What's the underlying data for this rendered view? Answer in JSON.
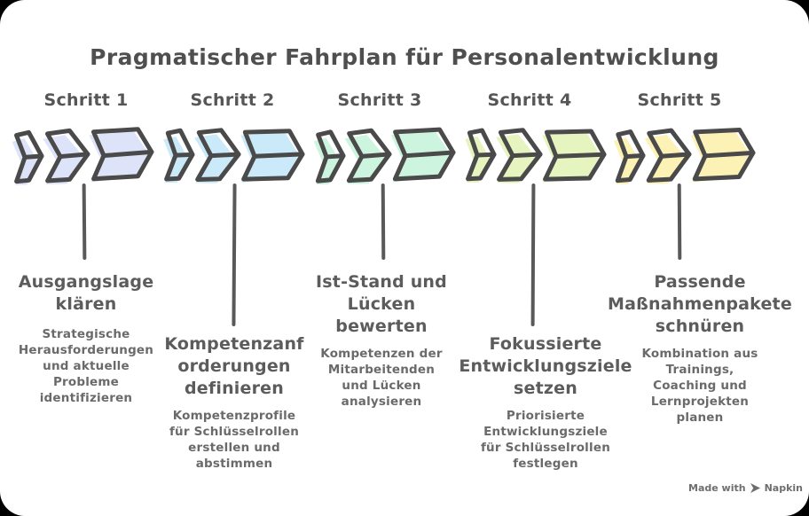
{
  "title": "Pragmatischer Fahrplan für Personalentwicklung",
  "colors": {
    "outline": "#4a4a4a",
    "card_background": "#ffffff",
    "page_background": "#000000",
    "connector": "#595959"
  },
  "steps": [
    {
      "label": "Schritt 1",
      "color": "#dde3f8",
      "heading": "Ausgangslage\nklären",
      "body": "Strategische\nHerausforderungen\nund aktuelle\nProbleme\nidentifizieren"
    },
    {
      "label": "Schritt 2",
      "color": "#cbeaf9",
      "heading": "Kompetenzanf\norderungen\ndefinieren",
      "body": "Kompetenzprofile\nfür Schlüsselrollen\nerstellen und\nabstimmen"
    },
    {
      "label": "Schritt 3",
      "color": "#ccf4de",
      "heading": "Ist-Stand und\nLücken\nbewerten",
      "body": "Kompetenzen der\nMitarbeitenden\nund Lücken\nanalysieren"
    },
    {
      "label": "Schritt 4",
      "color": "#e6f5bf",
      "heading": "Fokussierte\nEntwicklungsziele\nsetzen",
      "body": "Priorisierte\nEntwicklungsziele\nfür Schlüsselrollen\nfestlegen"
    },
    {
      "label": "Schritt 5",
      "color": "#fcf2b5",
      "heading": "Passende\nMaßnahmenpakete\nschnüren",
      "body": "Kombination aus\nTrainings,\nCoaching und\nLernprojekten\nplanen"
    }
  ],
  "watermark": {
    "prefix": "Made with",
    "brand": "Napkin"
  }
}
